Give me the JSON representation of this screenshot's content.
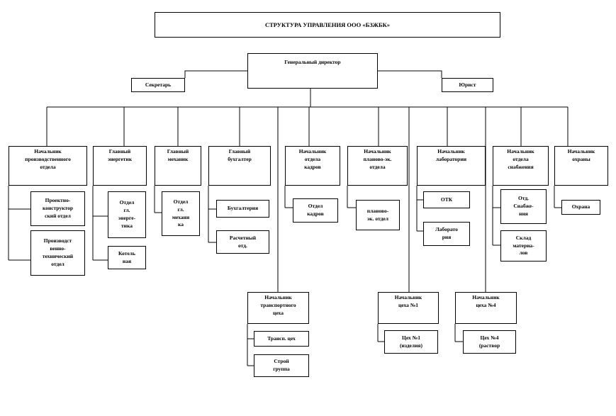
{
  "title": "СТРУКТУРА УПРАВЛЕНИЯ ООО «БЗЖБК»",
  "director": "Генеральный директор",
  "secretary": "Секретарь",
  "lawyer": "Юрист",
  "heads": {
    "production": "Начальник\nпроизводственного\nотдела",
    "energy": "Главный\nэнергетик",
    "mechanic": "Главный\nмеханик",
    "accountant": "Главный\nбухгалтер",
    "hr": "Начальник\nотдела\nкадров",
    "finance": "Начальник\nпланово-эк.\nотдела",
    "lab": "Начальник\nлаборатории",
    "supply": "Начальник\nотдела\nснабжения",
    "security": "Начальник\nохраны",
    "transport": "Начальник\nтранспортного\nцеха",
    "shop1": "Начальник\nцеха №1",
    "shop4": "Начальник\nцеха №4"
  },
  "subs": {
    "design_dept": "Проектно-\nконструктор\nский отдел",
    "tech_dept": "Производст\nвенно-\nтехнический\nотдел",
    "energy_dept": "Отдел\nгл.\nэнерге-\nтика",
    "boiler": "Котель\nная",
    "mech_dept": "Отдел\nгл.\nмехани\nка",
    "accounting": "Бухгалтерия",
    "payroll": "Расчетный\nотд.",
    "hr_dept": "Отдел\nкадров",
    "finance_dept": "планово-\nэк. отдел",
    "otk": "ОТК",
    "laboratory": "Лаборато\nрия",
    "supply_dept": "Отд.\nСнабже-\nния",
    "warehouse": "Склад\nматериа-\nлов",
    "guard": "Охрана",
    "transport_shop": "Трансп. цех",
    "construction_group": "Строй\nгруппа",
    "shop1_dept": "Цех №1\n(изделия)",
    "shop4_dept": "Цех №4\n(раствор"
  }
}
